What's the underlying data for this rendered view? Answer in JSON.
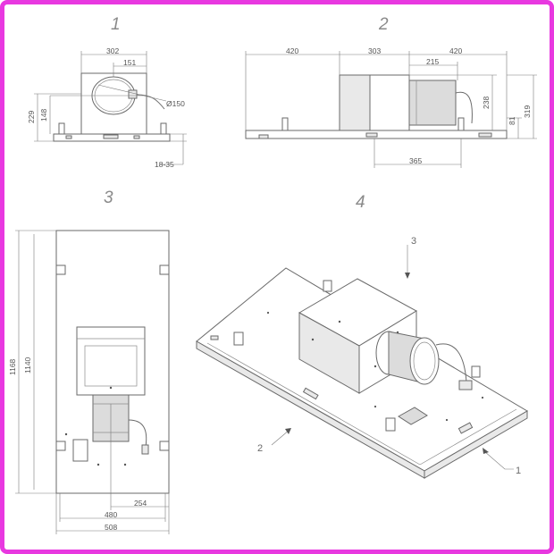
{
  "views": {
    "v1": "1",
    "v2": "2",
    "v3": "3",
    "v4": "4"
  },
  "dimensions": {
    "d302": "302",
    "d151": "151",
    "d229": "229",
    "d148": "148",
    "d150": "Ø150",
    "d1835": "18-35",
    "d420a": "420",
    "d303": "303",
    "d420b": "420",
    "d215": "215",
    "d238": "238",
    "d81": "81",
    "d319": "319",
    "d365": "365",
    "d1168": "1168",
    "d1140": "1140",
    "d254": "254",
    "d480": "480",
    "d508": "508"
  },
  "callouts": {
    "c1": "1",
    "c2": "2",
    "c3": "3"
  },
  "colors": {
    "border": "#e838e0",
    "line": "#6a6a6a",
    "text": "#555555"
  }
}
